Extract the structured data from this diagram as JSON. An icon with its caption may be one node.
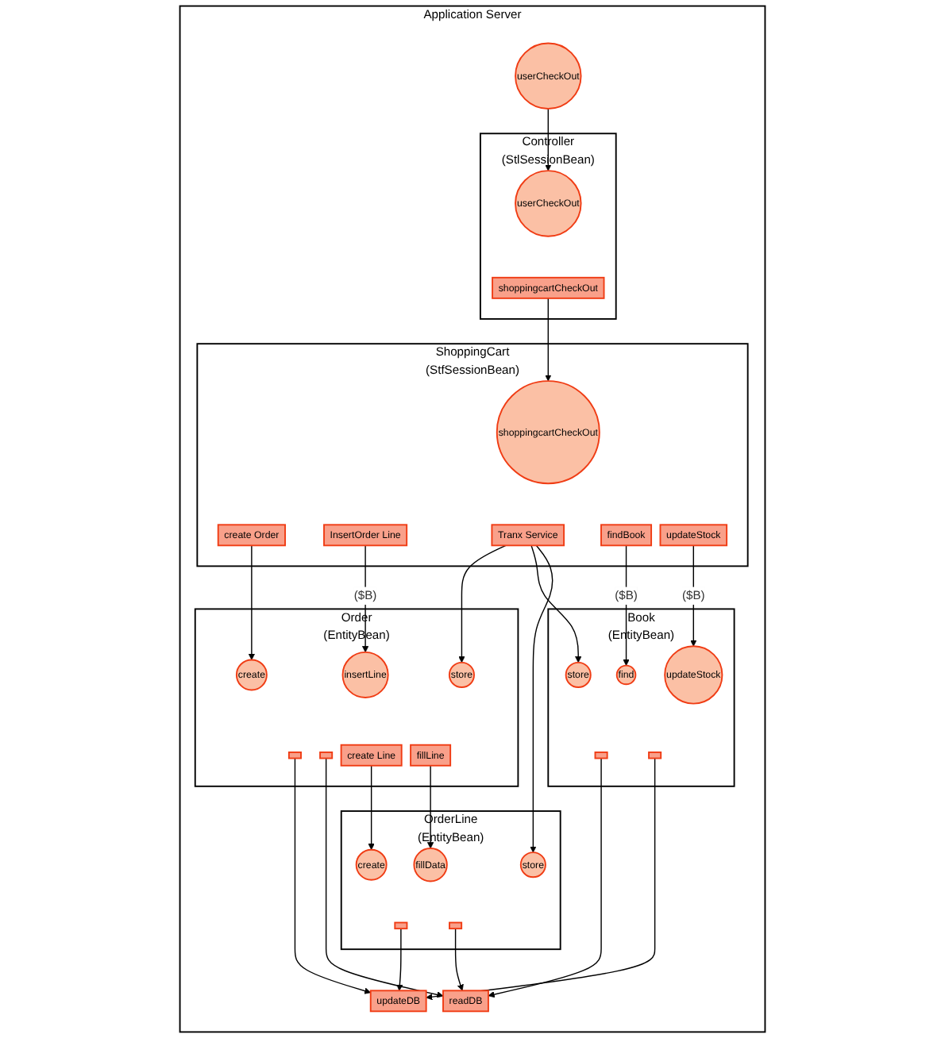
{
  "diagram": {
    "nodes": [
      {
        "text": [
          "Application Server"
        ]
      },
      {
        "text": [
          "userCheckOut"
        ],
        "in": 0
      },
      {
        "text": [
          "Controller",
          "(StlSessionBean)"
        ],
        "in": 0
      },
      {
        "text": [
          "userCheckOut"
        ],
        "in": 2
      },
      {
        "text": [
          "shoppingcartCheckOut"
        ],
        "in": 2
      },
      {
        "text": [
          "ShoppingCart",
          "(StfSessionBean)"
        ],
        "in": 0
      },
      {
        "text": [
          "shoppingcartCheckOut"
        ],
        "in": 5
      },
      {
        "text": [
          "create Order"
        ],
        "in": 5
      },
      {
        "text": [
          "InsertOrder Line"
        ],
        "in": 5
      },
      {
        "text": [
          "Tranx Service"
        ],
        "in": 5
      },
      {
        "text": [
          "findBook"
        ],
        "in": 5
      },
      {
        "text": [
          "updateStock"
        ],
        "in": 5
      },
      {
        "text": [
          "Order",
          "(EntityBean)"
        ],
        "in": 0
      },
      {
        "text": [
          "create"
        ],
        "in": 12
      },
      {
        "text": [
          "insertLine"
        ],
        "in": 12
      },
      {
        "text": [
          "store"
        ],
        "in": 12
      },
      {
        "text": [],
        "shape": "box",
        "in": 12
      },
      {
        "text": [],
        "shape": "box",
        "in": 12
      },
      {
        "text": [
          "create Line"
        ],
        "in": 12
      },
      {
        "text": [
          "fillLine"
        ],
        "in": 12
      },
      {
        "text": [
          "Book",
          "(EntityBean)"
        ],
        "in": 0
      },
      {
        "text": [
          "find"
        ],
        "in": 20
      },
      {
        "text": [
          "updateStock"
        ],
        "in": 20
      },
      {
        "text": [
          "store"
        ],
        "in": 20
      },
      {
        "text": [],
        "shape": "box",
        "in": 20
      },
      {
        "text": [],
        "shape": "box",
        "in": 20
      },
      {
        "text": [
          "OrderLine",
          "(EntityBean)"
        ],
        "in": 0
      },
      {
        "text": [
          "create"
        ],
        "in": 26
      },
      {
        "text": [
          "fillData"
        ],
        "in": 26
      },
      {
        "text": [
          "store"
        ],
        "in": 26
      },
      {
        "text": [],
        "shape": "box",
        "in": 26
      },
      {
        "text": [],
        "shape": "box",
        "in": 26
      },
      {
        "text": [
          "readDB"
        ],
        "in": 0
      },
      {
        "text": [
          "updateDB"
        ],
        "in": 0
      }
    ],
    "edges": [
      {
        "from": 1,
        "to": 3,
        "arrow": "to"
      },
      {
        "from": 4,
        "to": 6,
        "arrow": "to"
      },
      {
        "from": 7,
        "to": 13,
        "arrow": "to"
      },
      {
        "from": 8,
        "to": 14,
        "arrow": "to",
        "label": "($B)"
      },
      {
        "from": 9,
        "to": 15,
        "arrow": "to"
      },
      {
        "from": 9,
        "to": 23,
        "arrow": "to"
      },
      {
        "from": 9,
        "to": 29,
        "arrow": "to"
      },
      {
        "from": 10,
        "to": 21,
        "arrow": "to",
        "label": "($B)"
      },
      {
        "from": 11,
        "to": 22,
        "arrow": "to",
        "label": "($B)"
      },
      {
        "from": 18,
        "to": 27,
        "arrow": "to"
      },
      {
        "from": 19,
        "to": 28,
        "arrow": "to"
      },
      {
        "from": 16,
        "to": 33,
        "arrow": "to"
      },
      {
        "from": 17,
        "to": 32,
        "arrow": "to"
      },
      {
        "from": 24,
        "to": 32,
        "arrow": "to"
      },
      {
        "from": 25,
        "to": 33,
        "arrow": "to"
      },
      {
        "from": 30,
        "to": 33,
        "arrow": "to"
      },
      {
        "from": 31,
        "to": 32,
        "arrow": "to"
      }
    ]
  }
}
